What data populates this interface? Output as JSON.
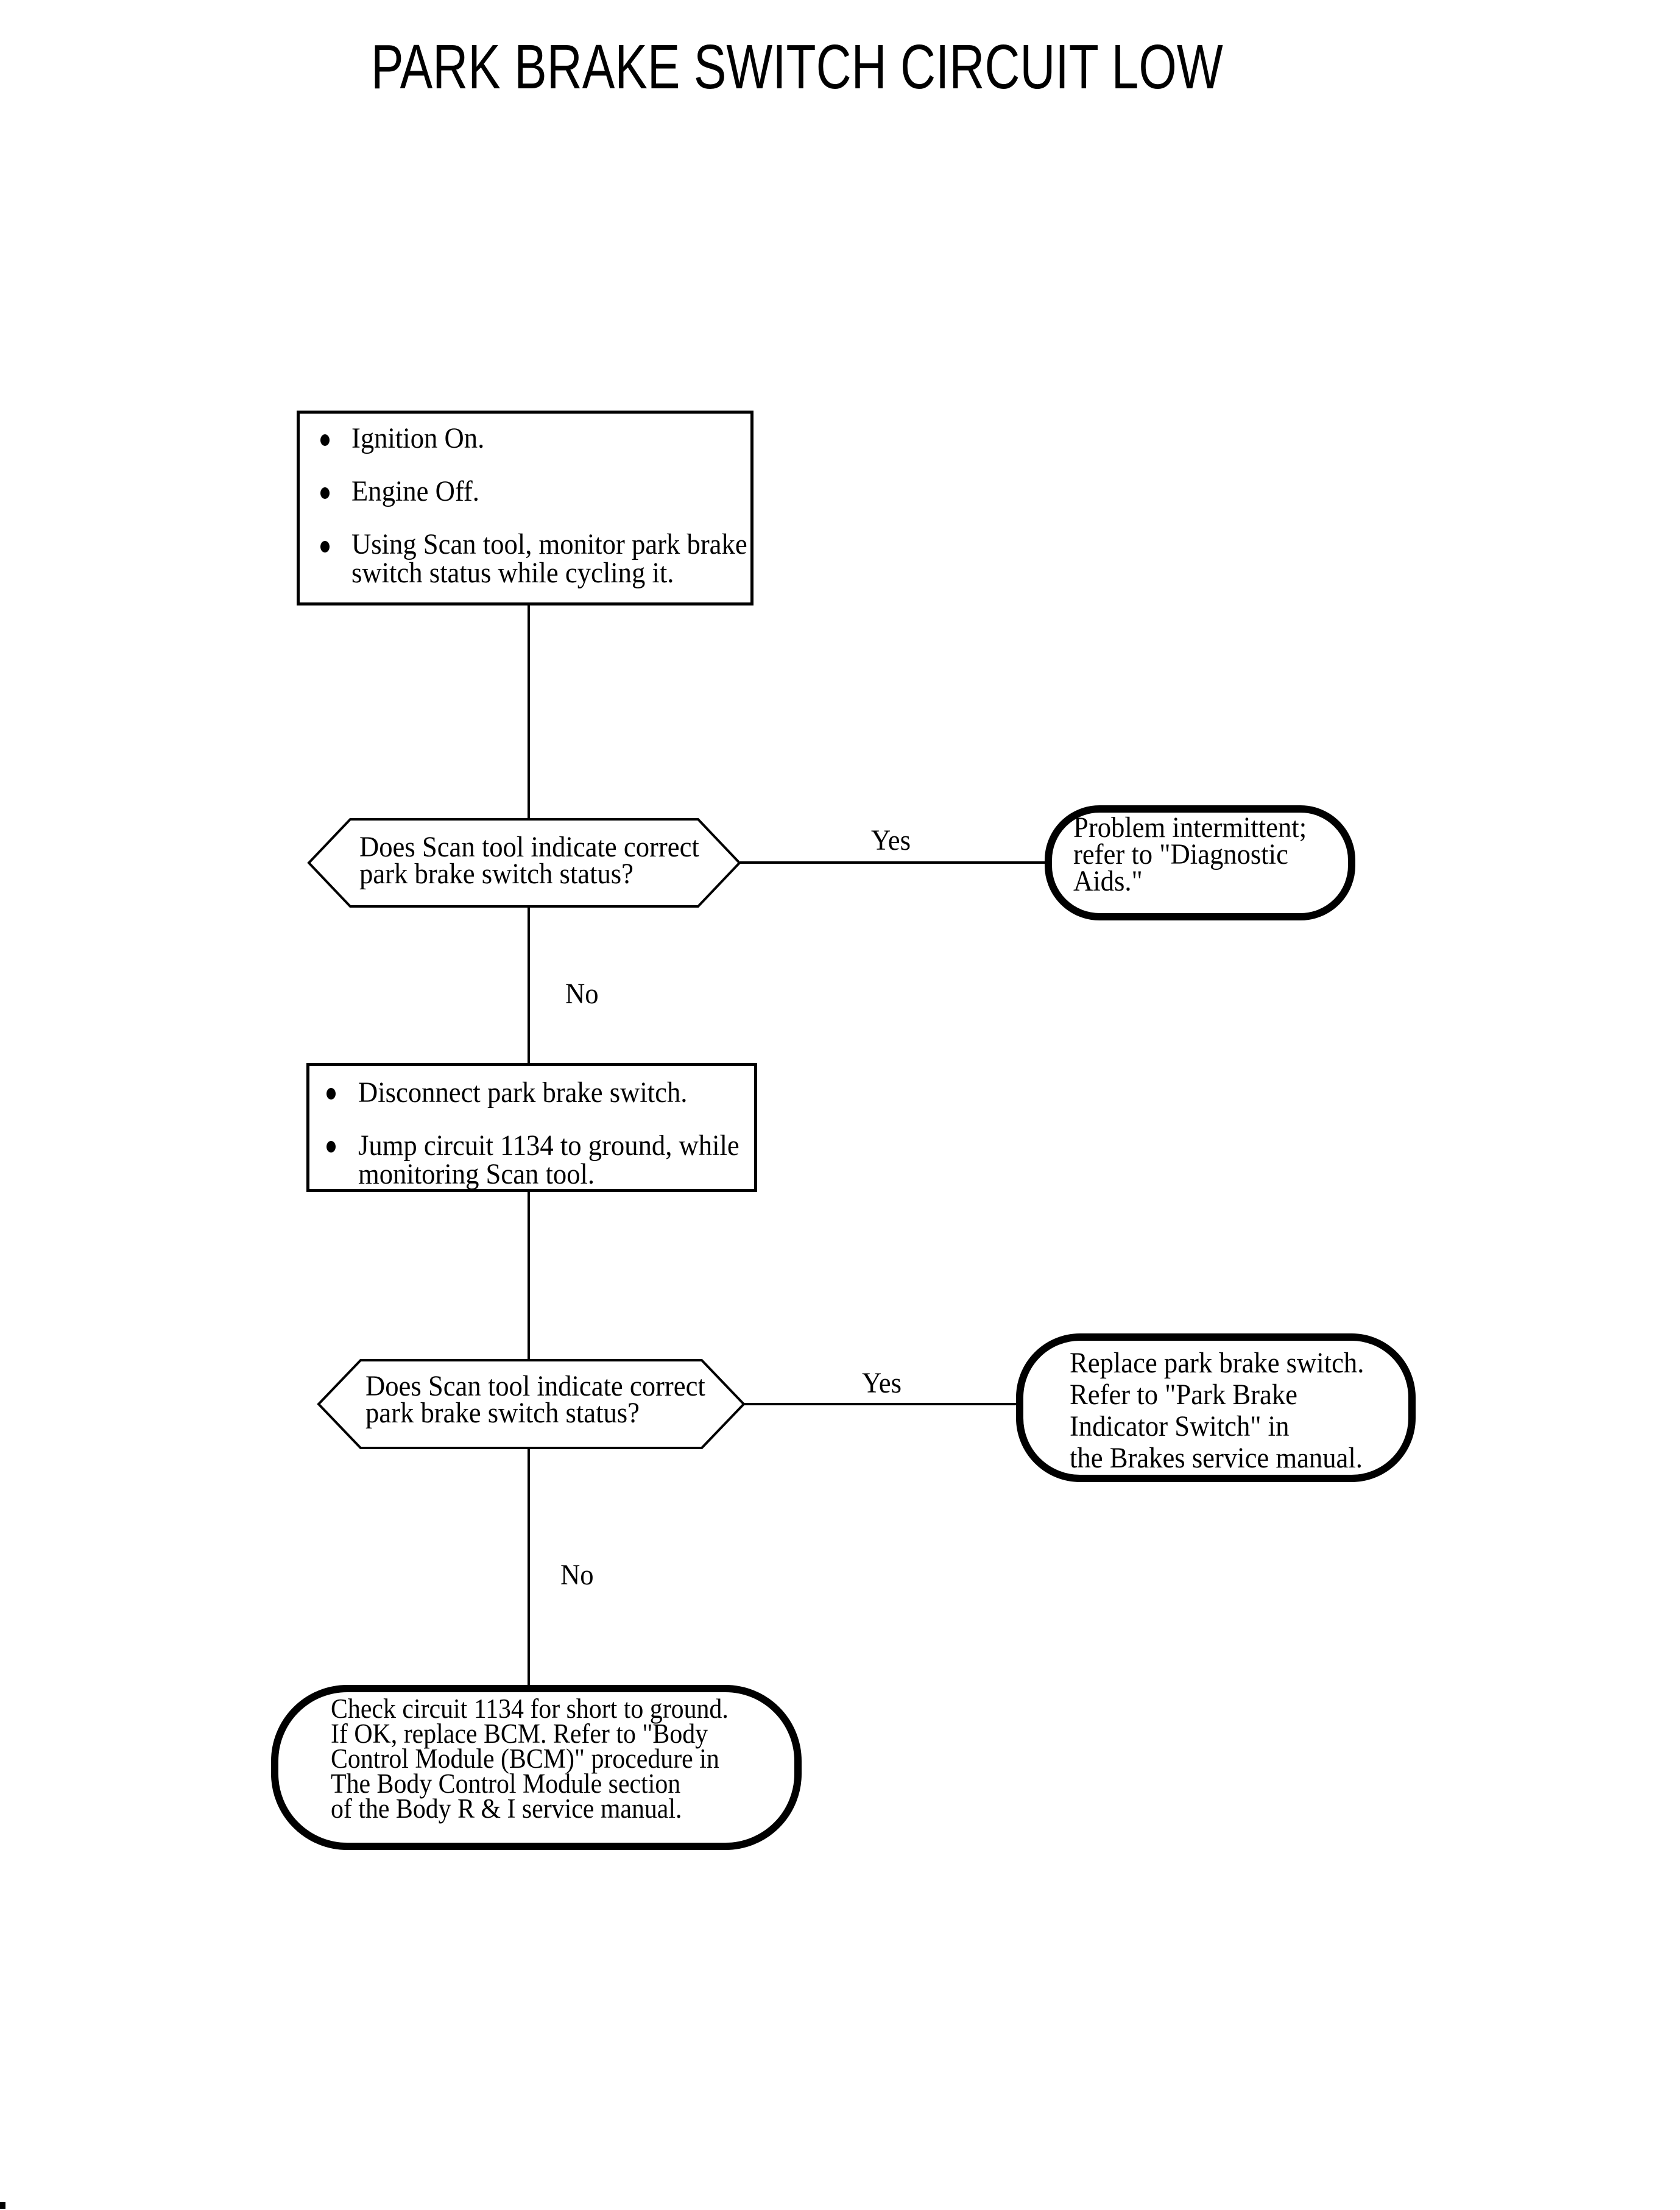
{
  "title": "PARK BRAKE SWITCH CIRCUIT LOW",
  "colors": {
    "ink": "#000000",
    "paper": "#ffffff"
  },
  "start_box": {
    "bullet1": "Ignition On.",
    "bullet2": "Engine Off.",
    "bullet3_line1": "Using Scan tool, monitor park brake",
    "bullet3_line2": "switch status while cycling it."
  },
  "decision1": {
    "line1": "Does Scan tool indicate correct",
    "line2": "park brake switch status?",
    "yes_label": "Yes",
    "no_label": "No"
  },
  "result1": {
    "line1": "Problem intermittent;",
    "line2": "refer to \"Diagnostic",
    "line3": "Aids.\""
  },
  "action_box": {
    "bullet1": "Disconnect park brake switch.",
    "bullet2_line1": "Jump circuit 1134 to ground, while",
    "bullet2_line2": "monitoring Scan tool."
  },
  "decision2": {
    "line1": "Does Scan tool indicate correct",
    "line2": "park brake switch status?",
    "yes_label": "Yes",
    "no_label": "No"
  },
  "result2": {
    "line1": "Replace park brake switch.",
    "line2": "Refer to \"Park Brake",
    "line3": "Indicator Switch\" in",
    "line4": "the Brakes service manual."
  },
  "result3": {
    "line1": "Check circuit 1134 for short to ground.",
    "line2": "If OK, replace BCM. Refer to \"Body",
    "line3": "Control Module (BCM)\" procedure in",
    "line4": "The Body Control Module section",
    "line5": "of the Body R & I service manual."
  }
}
